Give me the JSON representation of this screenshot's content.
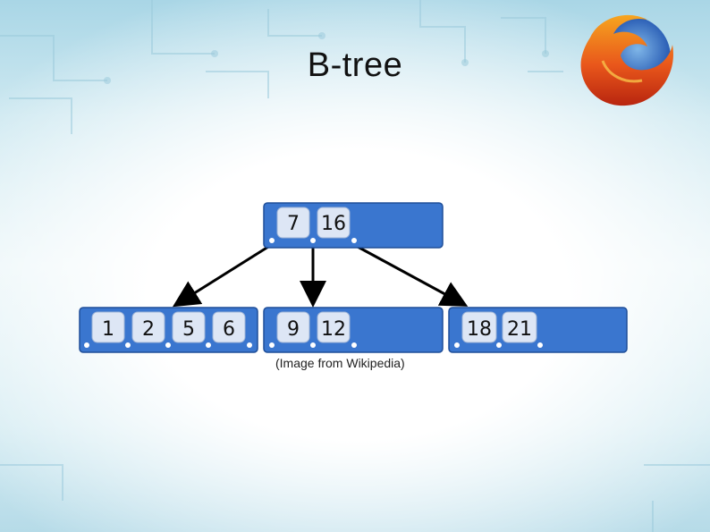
{
  "slide": {
    "title": "B-tree",
    "caption": "(Image from Wikipedia)"
  },
  "logo": {
    "icon": "firefox-logo-icon"
  },
  "colors": {
    "node_fill": "#3a76cf",
    "key_fill": "#dde6f5",
    "arrow": "#000000"
  },
  "tree": {
    "root": {
      "keys": [
        "7",
        "16"
      ]
    },
    "children": [
      {
        "keys": [
          "1",
          "2",
          "5",
          "6"
        ]
      },
      {
        "keys": [
          "9",
          "12"
        ]
      },
      {
        "keys": [
          "18",
          "21"
        ]
      }
    ]
  }
}
